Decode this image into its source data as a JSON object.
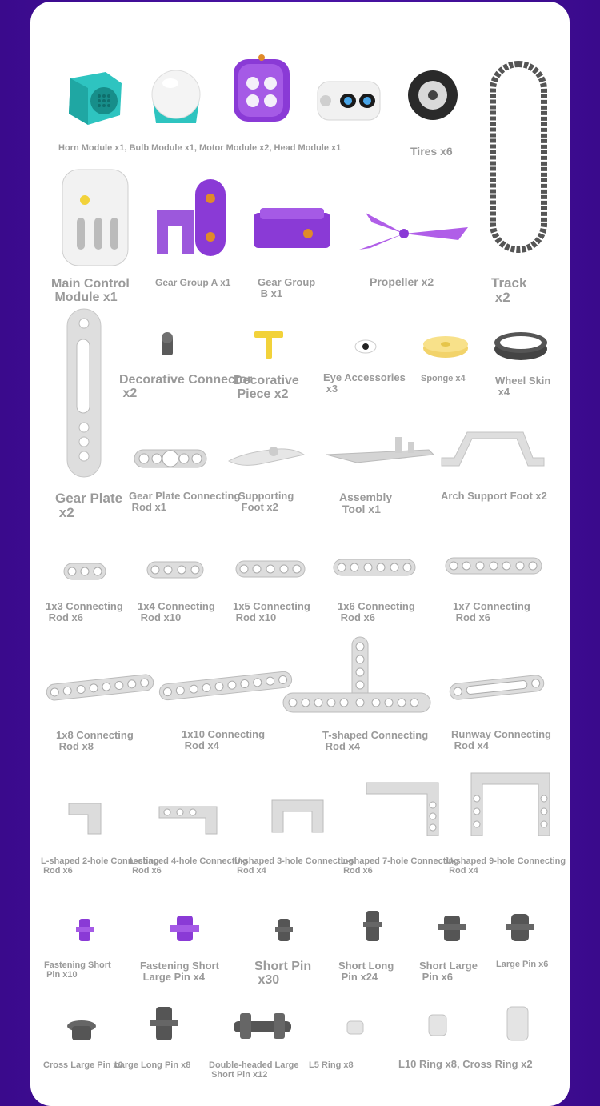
{
  "title_row1": "Horn Module x1, Bulb Module x1, Motor Module x2, Head Module x1",
  "items": [
    {
      "id": "tires",
      "label": "Tires x6"
    },
    {
      "id": "track",
      "label": "Track\n x2"
    },
    {
      "id": "main_control",
      "label": "Main Control\n Module x1"
    },
    {
      "id": "gear_group_a",
      "label": "Gear Group A x1"
    },
    {
      "id": "gear_group_b",
      "label": "Gear Group\n B x1"
    },
    {
      "id": "propeller",
      "label": "Propeller x2"
    },
    {
      "id": "decorative_connector",
      "label": "Decorative Connector\n x2"
    },
    {
      "id": "decorative_piece",
      "label": "Decorative\n Piece x2"
    },
    {
      "id": "eye_accessories",
      "label": "Eye Accessories\n x3"
    },
    {
      "id": "sponge",
      "label": "Sponge x4"
    },
    {
      "id": "wheel_skin",
      "label": "Wheel Skin\n x4"
    },
    {
      "id": "gear_plate",
      "label": "Gear Plate\n x2"
    },
    {
      "id": "gear_plate_rod",
      "label": "Gear Plate Connecting\n Rod x1"
    },
    {
      "id": "supporting_foot",
      "label": "Supporting\n Foot x2"
    },
    {
      "id": "assembly_tool",
      "label": "Assembly\n Tool x1"
    },
    {
      "id": "arch_support",
      "label": "Arch Support Foot x2"
    },
    {
      "id": "rod_1x3",
      "label": "1x3 Connecting\n Rod x6"
    },
    {
      "id": "rod_1x4",
      "label": "1x4 Connecting\n Rod x10"
    },
    {
      "id": "rod_1x5",
      "label": "1x5 Connecting\n Rod x10"
    },
    {
      "id": "rod_1x6",
      "label": "1x6 Connecting\n Rod x6"
    },
    {
      "id": "rod_1x7",
      "label": "1x7 Connecting\n Rod x6"
    },
    {
      "id": "rod_1x8",
      "label": "1x8 Connecting\n Rod x8"
    },
    {
      "id": "rod_1x10",
      "label": "1x10 Connecting\n Rod x4"
    },
    {
      "id": "rod_t",
      "label": "T-shaped Connecting\n Rod x4"
    },
    {
      "id": "rod_runway",
      "label": "Runway Connecting\n Rod x4"
    },
    {
      "id": "l2",
      "label": "L-shaped 2-hole Connecting\n Rod x6"
    },
    {
      "id": "l4",
      "label": "L-shaped 4-hole Connecting\n Rod x6"
    },
    {
      "id": "u3",
      "label": "U-shaped 3-hole Connecting\n Rod x4"
    },
    {
      "id": "l7",
      "label": "L-shaped 7-hole Connecting\n Rod x6"
    },
    {
      "id": "u9",
      "label": "U-shaped 9-hole Connecting\n Rod x4"
    },
    {
      "id": "fsp",
      "label": "Fastening Short\n Pin x10"
    },
    {
      "id": "fslp",
      "label": "Fastening Short\n Large Pin x4"
    },
    {
      "id": "sp",
      "label": "Short Pin\n x30"
    },
    {
      "id": "slp",
      "label": "Short Long\n Pin x24"
    },
    {
      "id": "slgp",
      "label": "Short Large\n Pin x6"
    },
    {
      "id": "lp",
      "label": "Large Pin x6"
    },
    {
      "id": "clp",
      "label": "Cross Large Pin x6"
    },
    {
      "id": "llp",
      "label": "Large Long Pin x8"
    },
    {
      "id": "dhlsp",
      "label": "Double-headed Large\n Short Pin x12"
    },
    {
      "id": "l5",
      "label": "L5 Ring x8"
    },
    {
      "id": "l10",
      "label": "L10 Ring x8, Cross Ring x2"
    }
  ],
  "colors": {
    "teal": "#2ec4c0",
    "purple": "#8a3ad6",
    "grey": "#c9c9c9",
    "dark": "#5a5a5a",
    "yellow": "#f2d23a",
    "track": "#555555"
  }
}
